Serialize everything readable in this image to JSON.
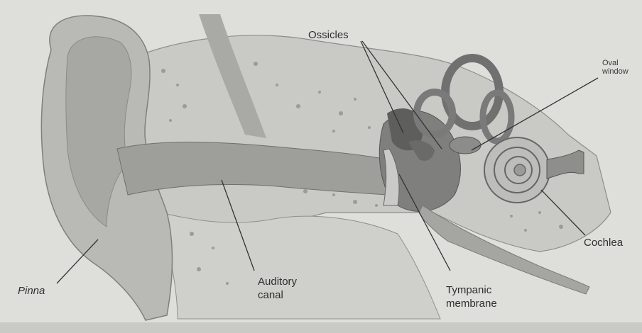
{
  "labels": {
    "ossicles": "Ossicles",
    "oval_window": "Oval\nwindow",
    "cochlea": "Cochlea",
    "pinna": "Pinna",
    "auditory_canal": "Auditory\ncanal",
    "tympanic_membrane": "Tympanic\nmembrane"
  },
  "colors": {
    "paper": "#d9d9d6",
    "skin": "#b4b4b2",
    "bone": "#c8c8c4",
    "canal": "#9c9c9a",
    "chamber": "#7d7d7b",
    "ink": "#2f2f2f"
  }
}
